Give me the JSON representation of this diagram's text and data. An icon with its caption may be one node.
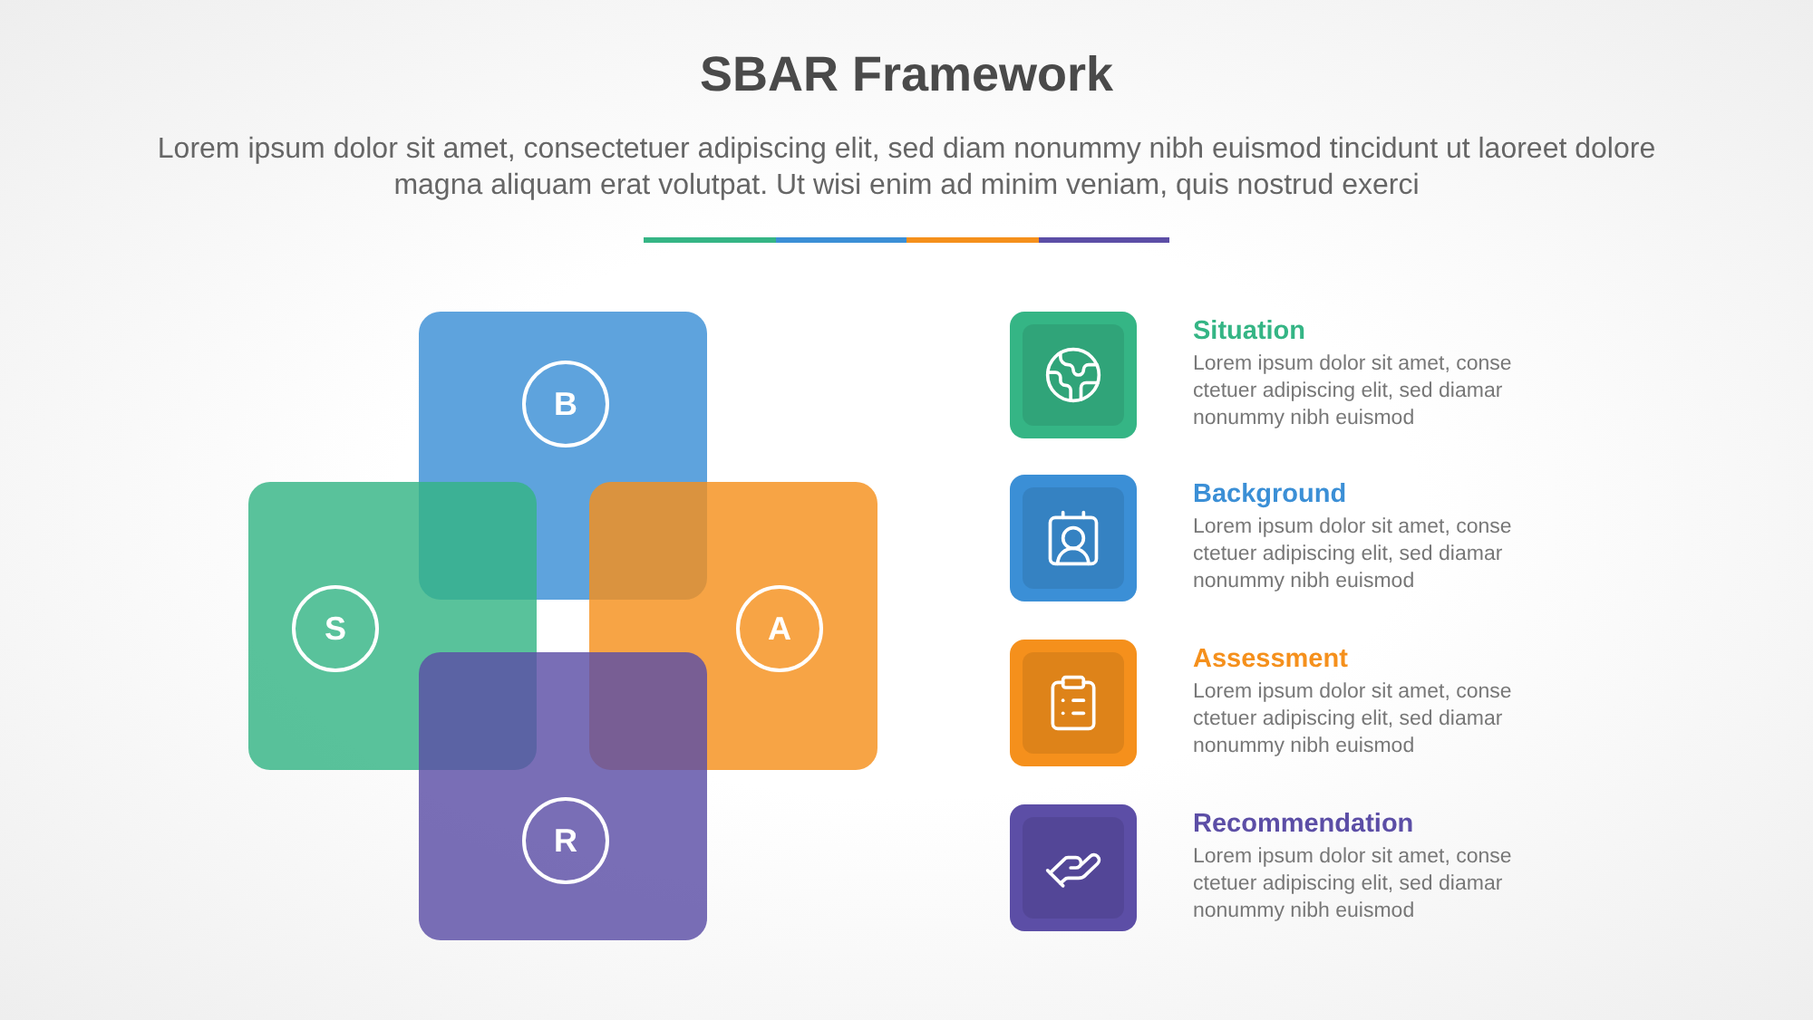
{
  "diagram": {
    "title": "SBAR Framework",
    "nodes": [
      {
        "text": [
          "B"
        ]
      },
      {
        "text": [
          "S"
        ]
      },
      {
        "text": [
          "A"
        ]
      },
      {
        "text": [
          "R"
        ]
      },
      {
        "text": [],
        "shape": "box",
        "beside": [
          "Situation",
          "Lorem ipsum dolor sit amet, conse ctetuer adipiscing elit, sed diamar nonummy nibh euismod"
        ]
      },
      {
        "text": [],
        "shape": "box",
        "beside": [
          "Background",
          "Lorem ipsum dolor sit amet, conse ctetuer adipiscing elit, sed diamar nonummy nibh euismod"
        ]
      },
      {
        "text": [],
        "shape": "box",
        "beside": [
          "Assessment",
          "Lorem ipsum dolor sit amet, conse ctetuer adipiscing elit, sed diamar nonummy nibh euismod"
        ]
      },
      {
        "text": [],
        "shape": "box",
        "beside": [
          "Recommendation",
          "Lorem ipsum dolor sit amet, conse ctetuer adipiscing elit, sed diamar nonummy nibh euismod"
        ]
      }
    ],
    "labels": [
      "Lorem ipsum dolor sit amet, consectetuer adipiscing elit, sed diam nonummy nibh euismod tincidunt ut laoreet dolore magna aliquam erat volutpat. Ut wisi enim ad minim veniam, quis nostrud exerci"
    ]
  }
}
